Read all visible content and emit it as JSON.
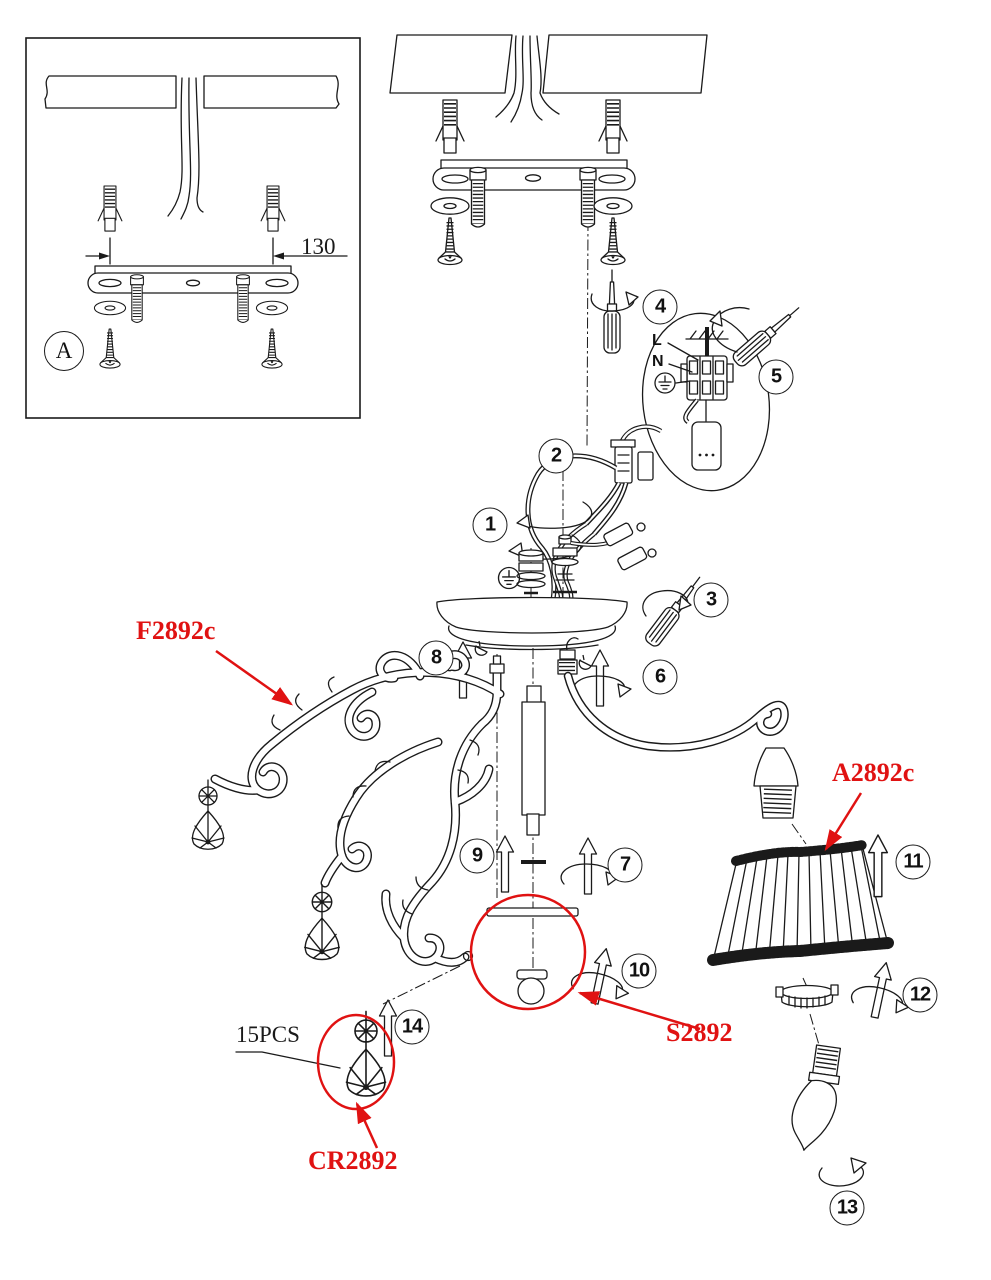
{
  "document": {
    "kind": "Chandelier mounting and assembly instruction diagram"
  },
  "colors": {
    "line": "#1a1a1a",
    "highlight": "#e01212",
    "background": "#ffffff"
  },
  "inset": {
    "detail_label": "A",
    "dimension": "130"
  },
  "wiring": {
    "live": "L",
    "neutral": "N"
  },
  "steps": [
    {
      "label": "1"
    },
    {
      "label": "2"
    },
    {
      "label": "3"
    },
    {
      "label": "4"
    },
    {
      "label": "5"
    },
    {
      "label": "6"
    },
    {
      "label": "7"
    },
    {
      "label": "8"
    },
    {
      "label": "9"
    },
    {
      "label": "10"
    },
    {
      "label": "11"
    },
    {
      "label": "12"
    },
    {
      "label": "13"
    },
    {
      "label": "14"
    }
  ],
  "parts": {
    "frame_code": "F2892c",
    "shade_code": "A2892c",
    "socket_assembly_code": "S2892",
    "crystal_code": "CR2892",
    "crystal_quantity": "15PCS"
  }
}
